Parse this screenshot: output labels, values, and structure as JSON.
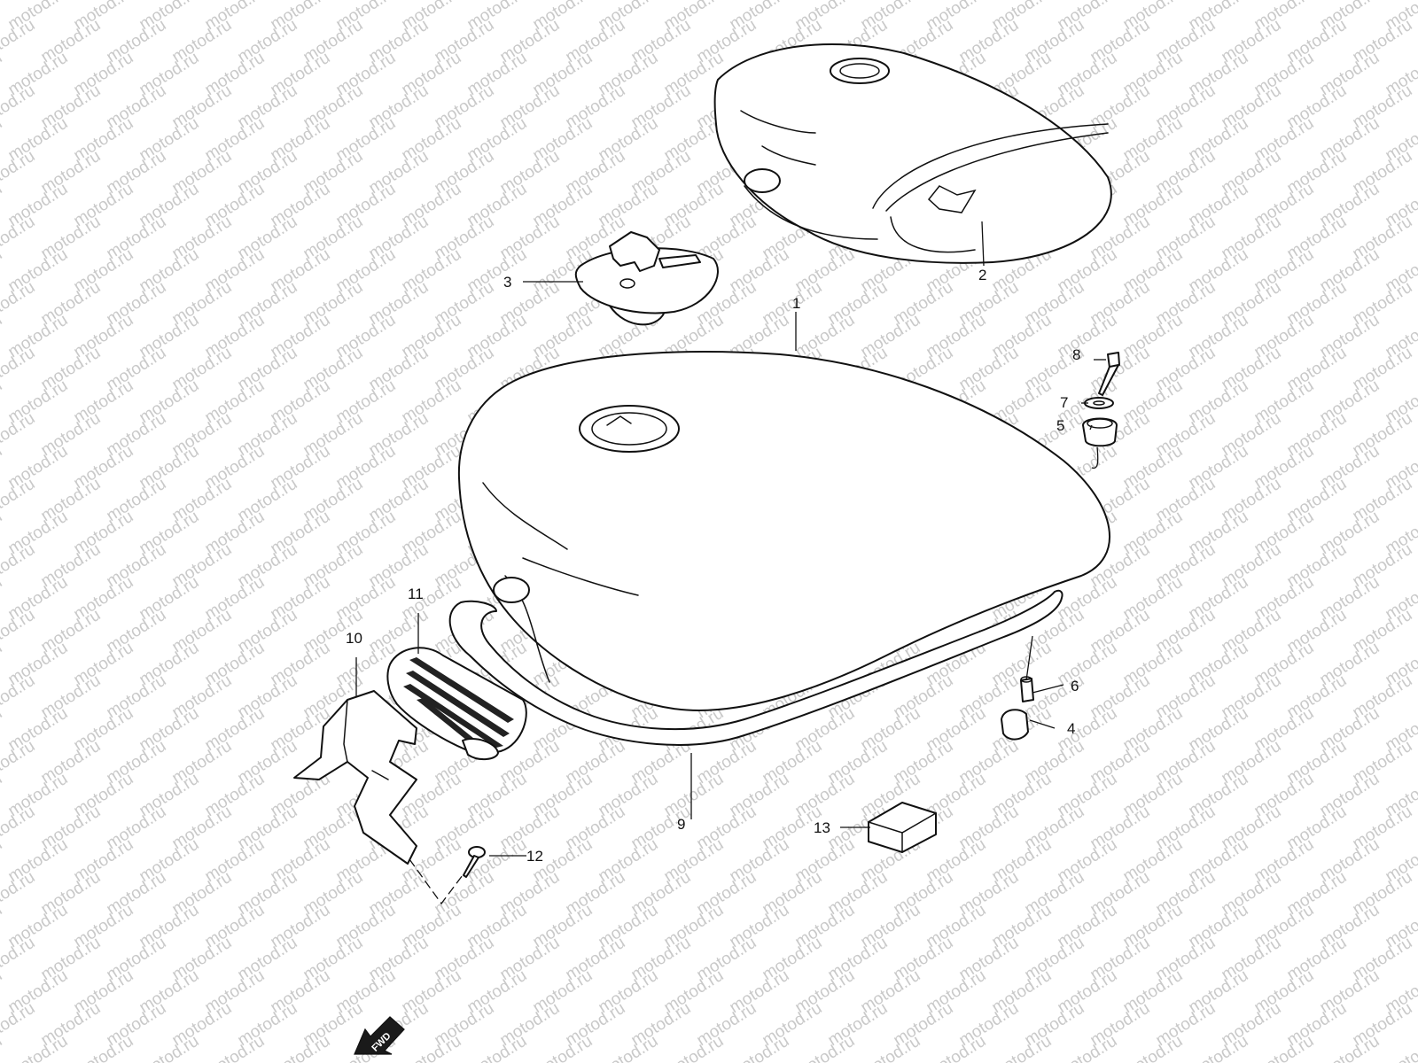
{
  "watermark": {
    "text": "motod.ru",
    "color": "#c9c9c9"
  },
  "direction_marker": {
    "label": "FWD"
  },
  "callouts": [
    "1",
    "2",
    "3",
    "4",
    "5",
    "6",
    "7",
    "8",
    "9",
    "10",
    "11",
    "12",
    "13"
  ],
  "parts": [
    {
      "name": "fuel-tank",
      "callout": "1"
    },
    {
      "name": "fuel-tank-painted-upper",
      "callout": "2"
    },
    {
      "name": "fuel-cap",
      "callout": "3"
    },
    {
      "name": "cushion",
      "callout": "4"
    },
    {
      "name": "cushion-rear",
      "callout": "5"
    },
    {
      "name": "spacer",
      "callout": "6"
    },
    {
      "name": "washer",
      "callout": "7"
    },
    {
      "name": "bolt",
      "callout": "8"
    },
    {
      "name": "tank-trim-strip",
      "callout": "9"
    },
    {
      "name": "tank-bracket",
      "callout": "10"
    },
    {
      "name": "rubber-grommet",
      "callout": "11"
    },
    {
      "name": "screw",
      "callout": "12"
    },
    {
      "name": "damper-pad",
      "callout": "13"
    }
  ]
}
